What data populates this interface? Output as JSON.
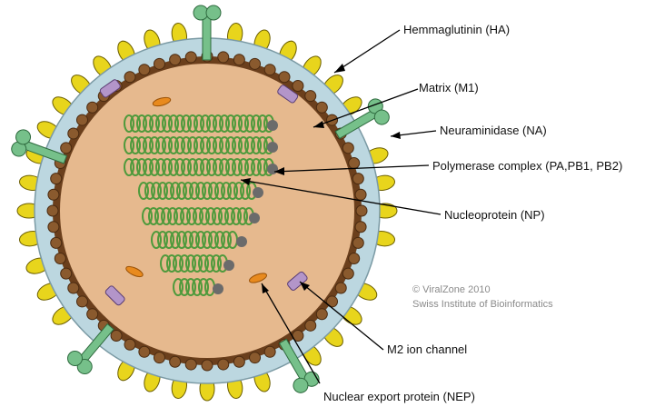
{
  "diagram": {
    "labels": {
      "ha": "Hemmaglutinin (HA)",
      "m1": "Matrix (M1)",
      "na": "Neuraminidase (NA)",
      "pol": "Polymerase complex (PA,PB1, PB2)",
      "np": "Nucleoprotein (NP)",
      "m2": "M2 ion channel",
      "nep": "Nuclear export protein (NEP)"
    },
    "credit": {
      "line1": "© ViralZone 2010",
      "line2": "Swiss Institute of Bioinformatics"
    }
  },
  "colors": {
    "spike_yellow": "#e8d51c",
    "spike_outline": "#6b5e00",
    "envelope_blue": "#bcd7e0",
    "matrix_brown": "#6b3f1c",
    "interior": "#e6b98e",
    "rnp_green": "#4f9a3c",
    "na_green": "#76c08a",
    "m2_purple": "#b395c9",
    "nep_orange": "#e88a1e"
  }
}
